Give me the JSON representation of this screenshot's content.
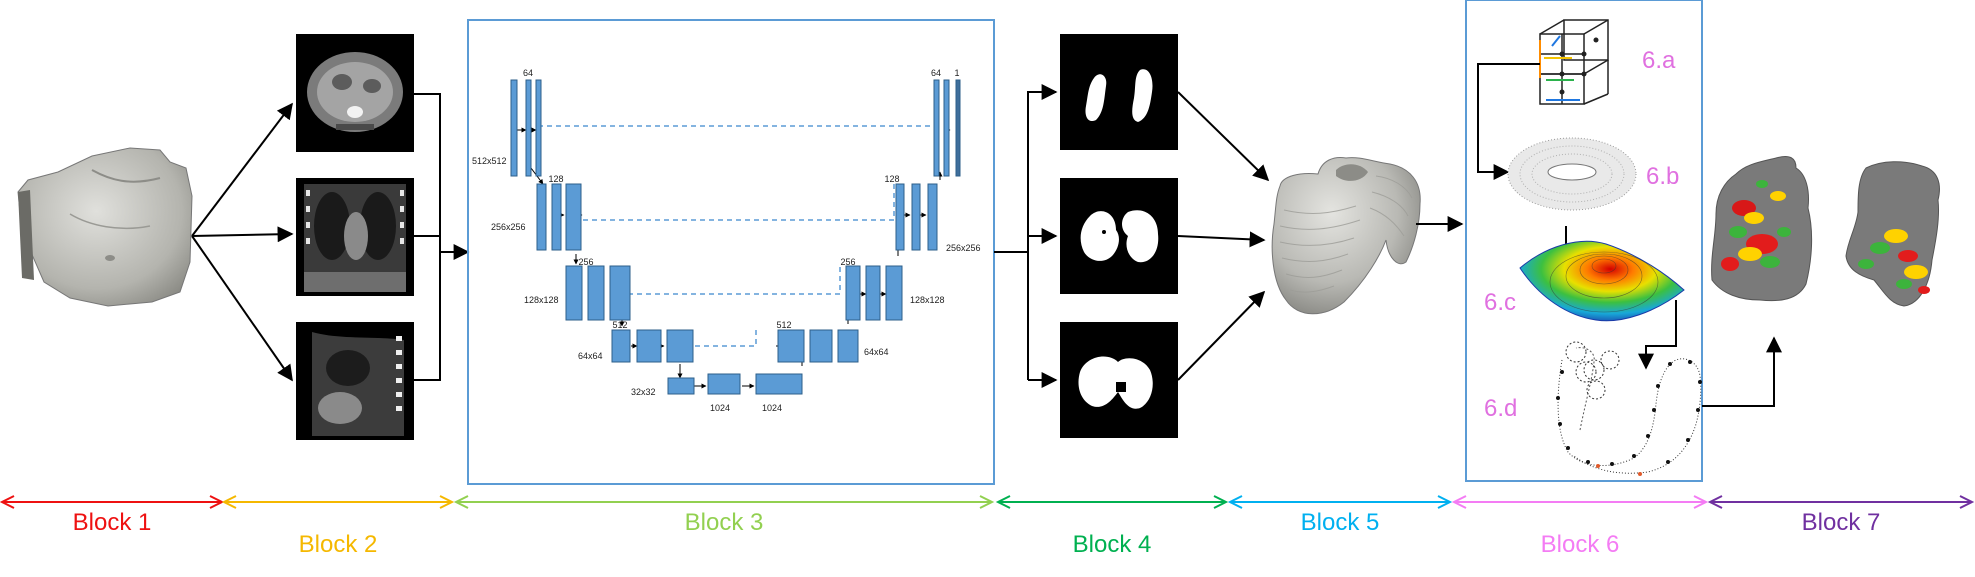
{
  "colors": {
    "block1": "#ee1111",
    "block2": "#f5b800",
    "block3": "#92d050",
    "block4": "#00b050",
    "block5": "#00b0f0",
    "block6": "#f47cf4",
    "block7": "#7030a0",
    "panel_border": "#5b9bd5",
    "unet_block": "#5b9bd5",
    "substep": "#e070e0"
  },
  "blocks": [
    {
      "label": "Block 1"
    },
    {
      "label": "Block 2"
    },
    {
      "label": "Block 3"
    },
    {
      "label": "Block 4"
    },
    {
      "label": "Block 5"
    },
    {
      "label": "Block 6"
    },
    {
      "label": "Block 7"
    }
  ],
  "unet": {
    "ch_64_left": "64",
    "ch_128_left": "128",
    "ch_256_left": "256",
    "ch_512_left": "512",
    "ch_1024_a": "1024",
    "ch_1024_b": "1024",
    "ch_512_right": "512",
    "ch_256_right": "256",
    "ch_128_right": "128",
    "ch_64_right": "64",
    "ch_1_right": "1",
    "res_512": "512x512",
    "res_256_left": "256x256",
    "res_128_left": "128x128",
    "res_64_left": "64x64",
    "res_32": "32x32",
    "res_64_right": "64x64",
    "res_128_right": "128x128",
    "res_256_right": "256x256"
  },
  "substeps": {
    "a": "6.a",
    "b": "6.b",
    "c": "6.c",
    "d": "6.d"
  }
}
